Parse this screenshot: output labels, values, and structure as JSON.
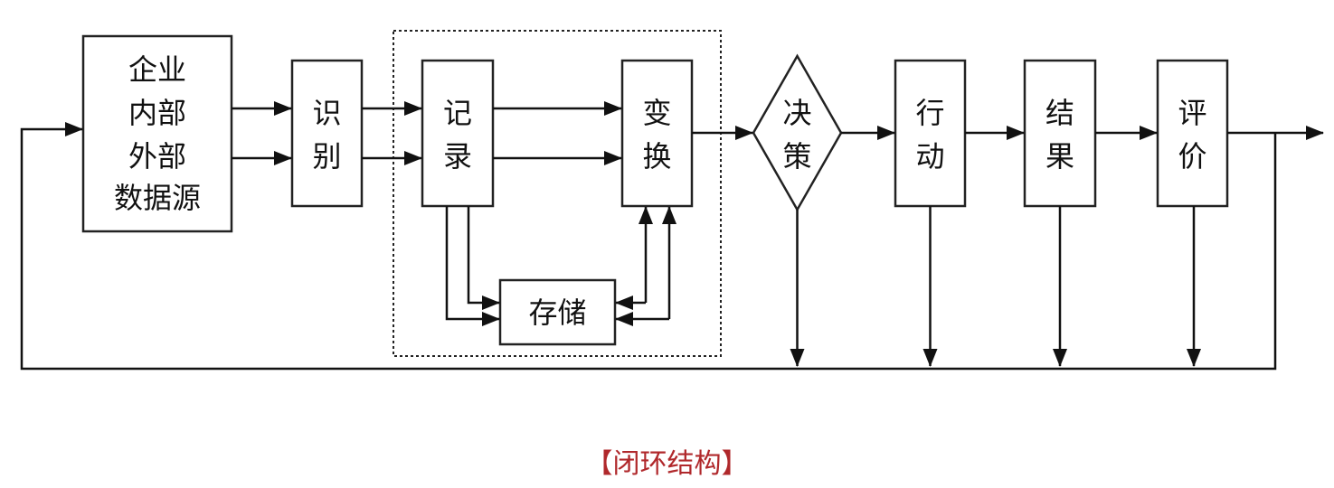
{
  "diagram": {
    "title": "闭环结构",
    "caption": "【闭环结构】",
    "caption_color": "#b0282b",
    "line_color": "#111111",
    "group": {
      "name": "processing-group",
      "style": "dashed",
      "contains": [
        "record",
        "transform",
        "storage"
      ]
    },
    "nodes": [
      {
        "id": "source",
        "shape": "rect",
        "lines": [
          "企业",
          "内部",
          "外部",
          "数据源"
        ]
      },
      {
        "id": "identify",
        "shape": "rect",
        "lines": [
          "识",
          "别"
        ]
      },
      {
        "id": "record",
        "shape": "rect",
        "lines": [
          "记",
          "录"
        ]
      },
      {
        "id": "transform",
        "shape": "rect",
        "lines": [
          "变",
          "换"
        ]
      },
      {
        "id": "storage",
        "shape": "rect",
        "lines": [
          "存储"
        ]
      },
      {
        "id": "decision",
        "shape": "diamond",
        "lines": [
          "决",
          "策"
        ]
      },
      {
        "id": "action",
        "shape": "rect",
        "lines": [
          "行",
          "动"
        ]
      },
      {
        "id": "result",
        "shape": "rect",
        "lines": [
          "结",
          "果"
        ]
      },
      {
        "id": "evaluate",
        "shape": "rect",
        "lines": [
          "评",
          "价"
        ]
      }
    ],
    "edges": [
      {
        "from": "source",
        "to": "identify",
        "count": 2
      },
      {
        "from": "identify",
        "to": "record",
        "count": 2
      },
      {
        "from": "record",
        "to": "transform",
        "count": 2
      },
      {
        "from": "record",
        "to": "storage",
        "count": 2
      },
      {
        "from": "storage",
        "to": "transform",
        "count": 2
      },
      {
        "from": "transform",
        "to": "decision",
        "count": 1
      },
      {
        "from": "decision",
        "to": "action",
        "count": 1
      },
      {
        "from": "action",
        "to": "result",
        "count": 1
      },
      {
        "from": "result",
        "to": "evaluate",
        "count": 1
      },
      {
        "from": "evaluate",
        "to": "output",
        "count": 1
      },
      {
        "from": "decision",
        "to": "feedback-bus",
        "count": 1
      },
      {
        "from": "action",
        "to": "feedback-bus",
        "count": 1
      },
      {
        "from": "result",
        "to": "feedback-bus",
        "count": 1
      },
      {
        "from": "evaluate",
        "to": "feedback-bus",
        "count": 1
      },
      {
        "from": "feedback-bus",
        "to": "source",
        "count": 1
      }
    ]
  }
}
